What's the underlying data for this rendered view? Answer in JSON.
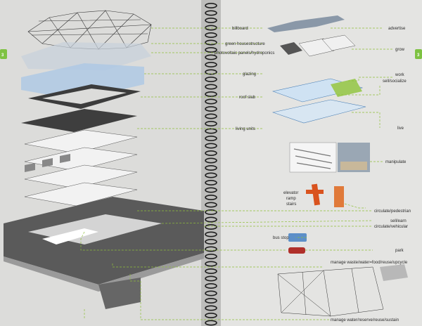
{
  "spread": {
    "left_page_tab": "3",
    "right_page_tab": "3"
  },
  "left_column_labels": [
    "billboard",
    "green housestructure",
    "photovoltaic panels/hydroponics",
    "glazing",
    "roof slab",
    "living units"
  ],
  "right_column_labels": [
    "advertise",
    "grow",
    "work",
    "sell/socialize",
    "live",
    "manipulate",
    "elevator",
    "ramp",
    "stairs",
    "circulate/pedestrian",
    "sell/earn",
    "circulate/vehicular",
    "bus stop",
    "park",
    "manage waste/water=food/reuse/upcycle",
    "manage water/reserve/reuse/sustain"
  ],
  "colors": {
    "leader_line": "#8fbf3a",
    "accent_green": "#7ec242",
    "slab_dark": "#3c3c3c",
    "glazing_blue": "#a9c7e6",
    "bus_blue": "#5d8fc8",
    "car_red": "#b0302a",
    "stair_orange": "#d9531e"
  }
}
